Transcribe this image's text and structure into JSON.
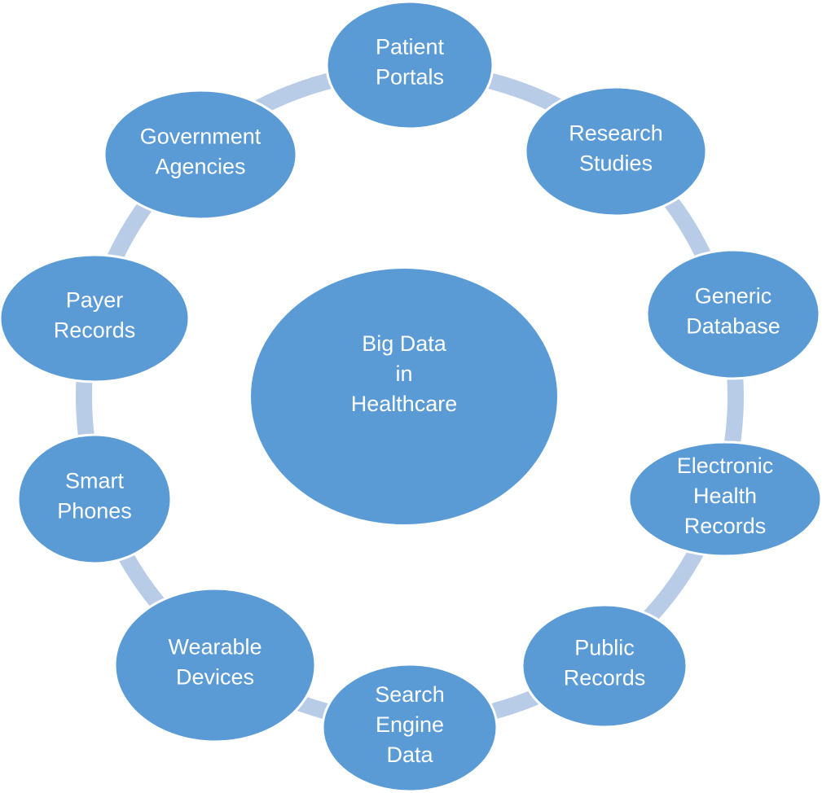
{
  "colors": {
    "node_fill": "#5b9bd5",
    "node_stroke": "#ffffff",
    "ring": "#b8cce8",
    "text": "#ffffff"
  },
  "center": {
    "lines": [
      "Big Data",
      "in",
      "Healthcare"
    ]
  },
  "nodes": [
    {
      "id": "patient-portals",
      "lines": [
        "Patient",
        "Portals"
      ]
    },
    {
      "id": "research-studies",
      "lines": [
        "Research",
        "Studies"
      ]
    },
    {
      "id": "generic-database",
      "lines": [
        "Generic",
        "Database"
      ]
    },
    {
      "id": "electronic-health-records",
      "lines": [
        "Electronic",
        "Health",
        "Records"
      ]
    },
    {
      "id": "public-records",
      "lines": [
        "Public",
        "Records"
      ]
    },
    {
      "id": "search-engine-data",
      "lines": [
        "Search",
        "Engine",
        "Data"
      ]
    },
    {
      "id": "wearable-devices",
      "lines": [
        "Wearable",
        "Devices"
      ]
    },
    {
      "id": "smart-phones",
      "lines": [
        "Smart",
        "Phones"
      ]
    },
    {
      "id": "payer-records",
      "lines": [
        "Payer",
        "Records"
      ]
    },
    {
      "id": "government-agencies",
      "lines": [
        "Government",
        "Agencies"
      ]
    }
  ]
}
